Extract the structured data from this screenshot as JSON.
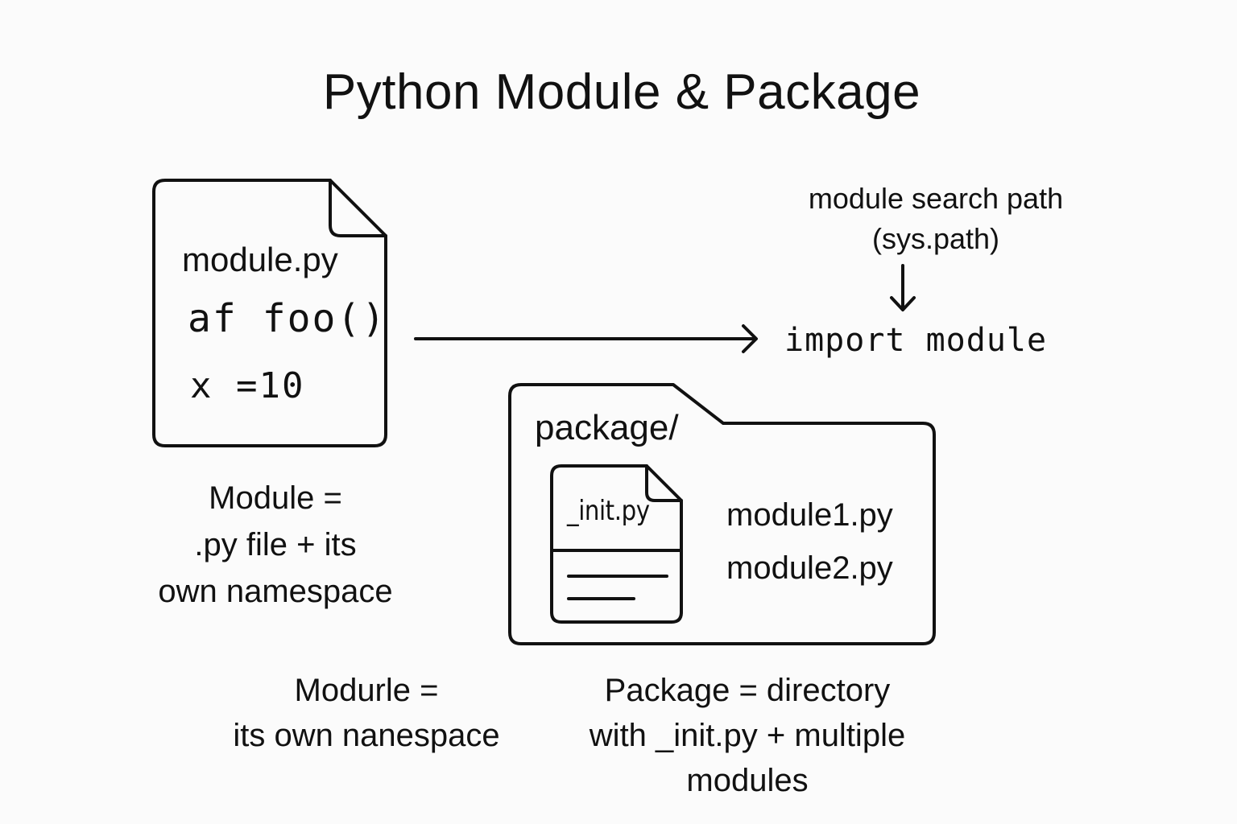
{
  "title": "Python Module & Package",
  "module_file": {
    "filename": "module.py",
    "code_line_1": "af foo()",
    "code_line_2": "x =10"
  },
  "module_caption": "Module =\n.py file + its\nown namespace",
  "search_path": {
    "label": "module search path\n(sys.path)",
    "arrow_icon": "arrow-down-icon"
  },
  "import_statement": "import module",
  "package_folder": {
    "label": "package/",
    "init_file": "_init.py",
    "modules": [
      "module1.py",
      "module2.py"
    ]
  },
  "bottom_captions": {
    "left": "Modurle =\nits own nanespace",
    "right": "Package = directory\nwith _init.py + multiple\nmodules"
  },
  "colors": {
    "background": "#fbfbfb",
    "ink": "#111111"
  }
}
